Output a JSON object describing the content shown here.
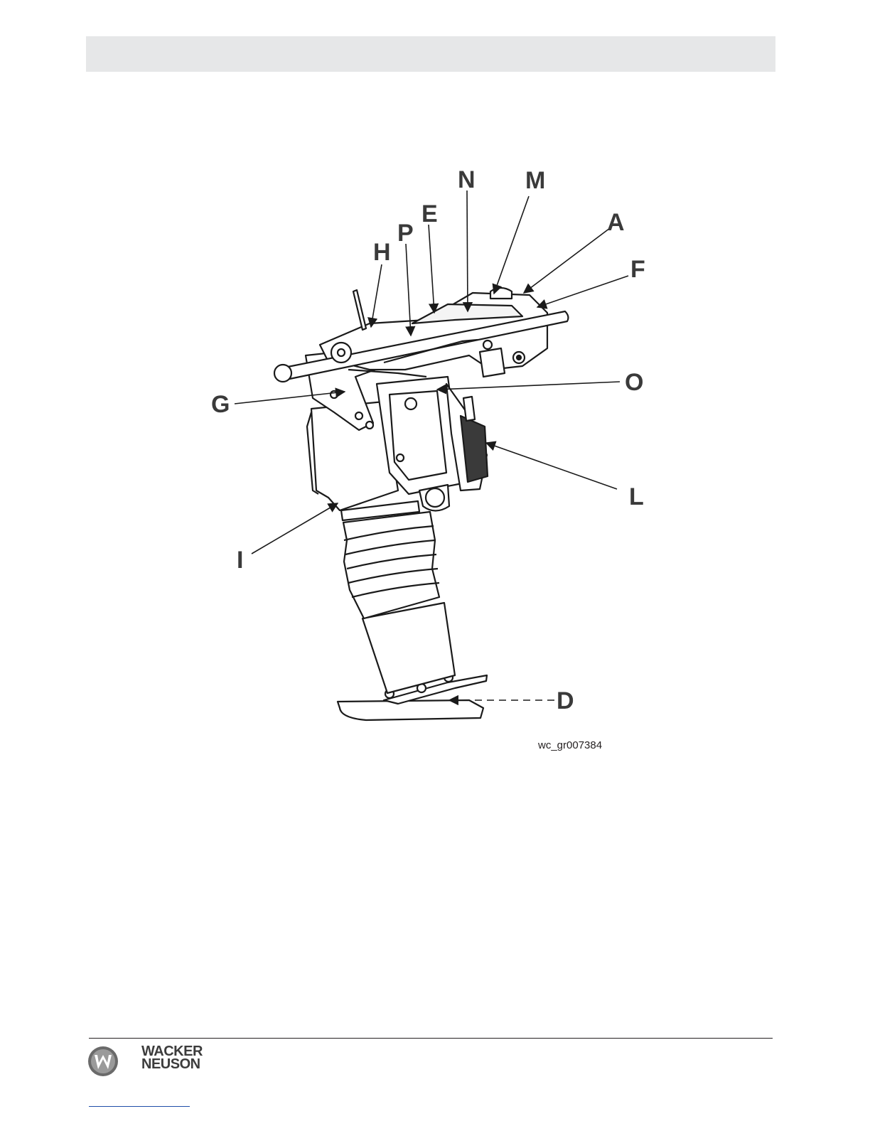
{
  "figure": {
    "callouts": {
      "N": "N",
      "M": "M",
      "E": "E",
      "P": "P",
      "A": "A",
      "H": "H",
      "F": "F",
      "G": "G",
      "O": "O",
      "L": "L",
      "I": "I",
      "D": "D"
    },
    "caption": "wc_gr007384"
  },
  "footer": {
    "brand_line1": "WACKER",
    "brand_line2": "NEUSON"
  }
}
